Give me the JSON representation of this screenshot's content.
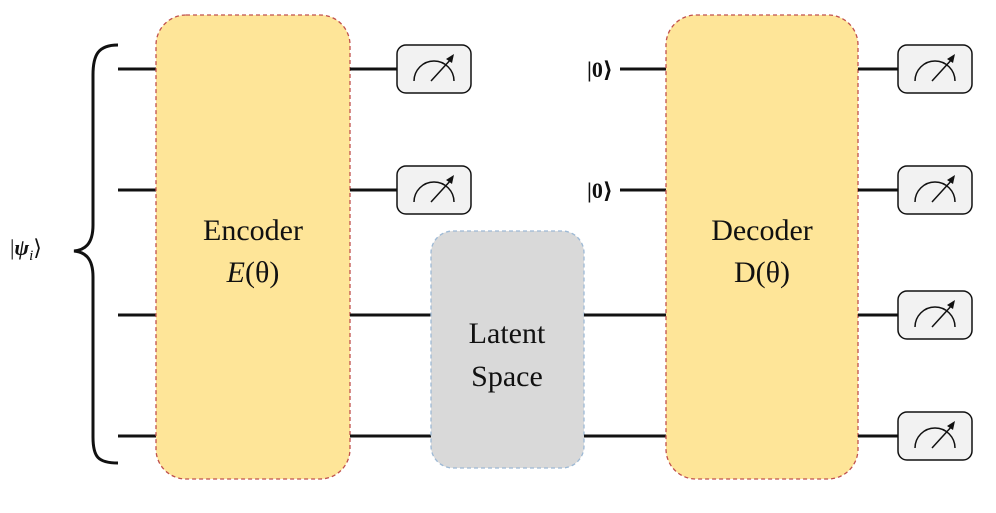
{
  "input_state": {
    "prefix": "|",
    "symbol": "ψ",
    "subscript": "i",
    "suffix": "⟩"
  },
  "encoder": {
    "title": "Encoder",
    "func": "E",
    "arg": "(θ)"
  },
  "latent": {
    "line1": "Latent",
    "line2": "Space"
  },
  "decoder": {
    "title": "Decoder",
    "func": "D",
    "arg": "(θ)"
  },
  "ancilla_label": "|0⟩",
  "icons": {
    "measurement": "meter-icon",
    "brace": "curly-brace"
  },
  "colors": {
    "encoder_fill": "#FEE598",
    "encoder_border": "#C0504D",
    "latent_fill": "#D9D9D9",
    "latent_border": "#9DB9D5",
    "wire": "#111111",
    "meter_fill": "#F2F2F2"
  }
}
